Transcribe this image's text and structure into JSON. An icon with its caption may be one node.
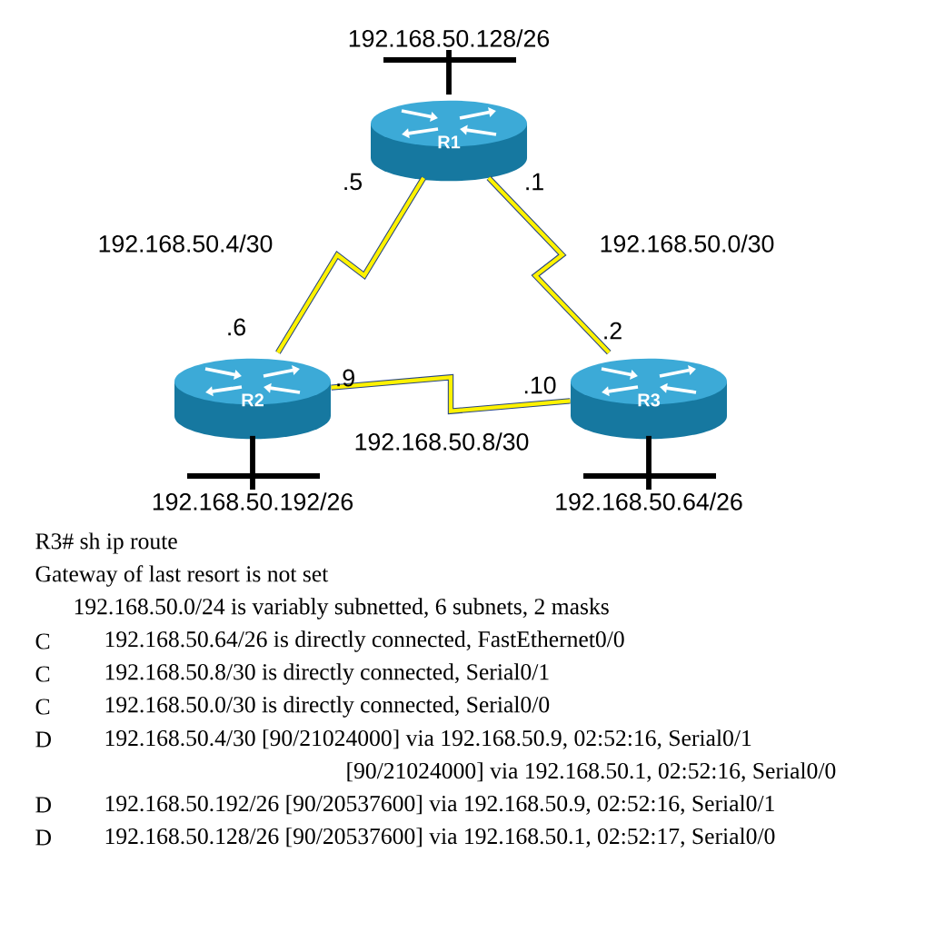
{
  "diagram": {
    "nodes": [
      {
        "text": [
          "R1"
        ]
      },
      {
        "text": [
          "R2"
        ]
      },
      {
        "text": [
          "R3"
        ]
      },
      {
        "text": [
          "192.168.50.128/26"
        ]
      },
      {
        "text": [
          "192.168.50.192/26"
        ]
      },
      {
        "text": [
          "192.168.50.64/26"
        ]
      }
    ],
    "edges": [
      {
        "from": 3,
        "to": 0,
        "arrow": "none"
      },
      {
        "from": 1,
        "to": 4,
        "arrow": "none"
      },
      {
        "from": 2,
        "to": 5,
        "arrow": "none"
      },
      {
        "from": 0,
        "to": 1,
        "arrow": "none",
        "label": "192.168.50.4/30",
        "color": "#284682"
      },
      {
        "from": 0,
        "to": 2,
        "arrow": "none",
        "label": "192.168.50.0/30",
        "color": "#284682"
      },
      {
        "from": 1,
        "to": 2,
        "arrow": "none",
        "label": "192.168.50.8/30",
        "color": "#284682"
      }
    ],
    "labels": [
      ".5",
      ".1",
      ".6",
      ".2",
      ".9",
      ".10",
      "R3# sh ip route",
      "Gateway of last resort is not set",
      "192.168.50.0/24 is variably subnetted, 6 subnets, 2 masks",
      "C",
      "192.168.50.64/26 is directly connected, FastEthernet0/0",
      "C",
      "192.168.50.8/30 is directly connected, Serial0/1",
      "C",
      "192.168.50.0/30 is directly connected, Serial0/0",
      "D",
      "192.168.50.4/30 [90/21024000] via 192.168.50.9, 02:52:16, Serial0/1",
      "[90/21024000] via 192.168.50.1, 02:52:16, Serial0/0",
      "D",
      "192.168.50.192/26 [90/20537600] via 192.168.50.9, 02:52:16, Serial0/1",
      "D",
      "192.168.50.128/26 [90/20537600] via 192.168.50.1, 02:52:17, Serial0/0"
    ]
  }
}
